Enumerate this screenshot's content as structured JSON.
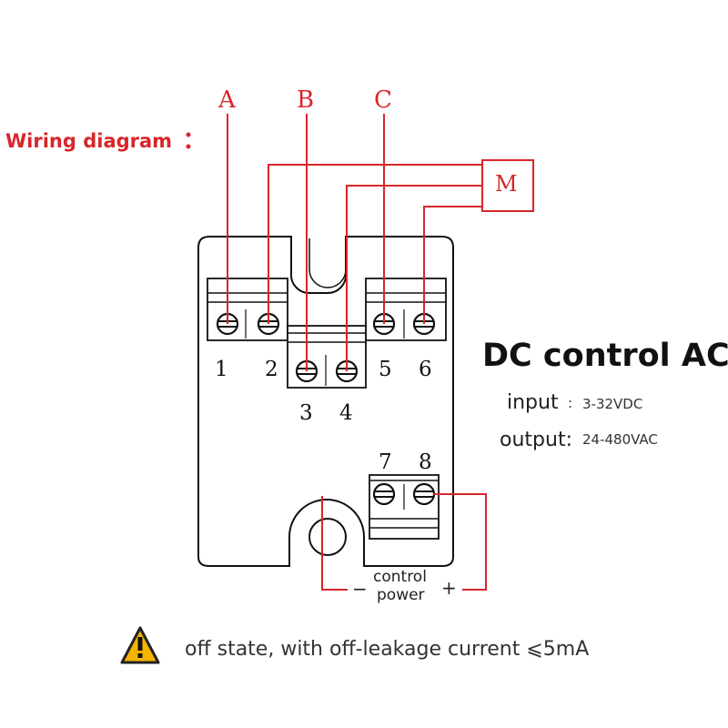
{
  "title": "Wiring diagram",
  "phases": [
    "A",
    "B",
    "C"
  ],
  "motor_label": "M",
  "terminals": [
    "1",
    "2",
    "3",
    "4",
    "5",
    "6",
    "7",
    "8"
  ],
  "heading": "DC control AC",
  "specs": [
    {
      "label": "input",
      "separator": ":",
      "value": "3-32VDC"
    },
    {
      "label": "output:",
      "value": "24-480VAC"
    }
  ],
  "control_power": {
    "line1": "control",
    "line2": "power",
    "minus": "−",
    "plus": "+"
  },
  "warning": "off state, with off-leakage current ⩽5mA",
  "colors": {
    "wire": "#d8262a",
    "outline": "#111111",
    "warning_fill": "#f4b400"
  }
}
